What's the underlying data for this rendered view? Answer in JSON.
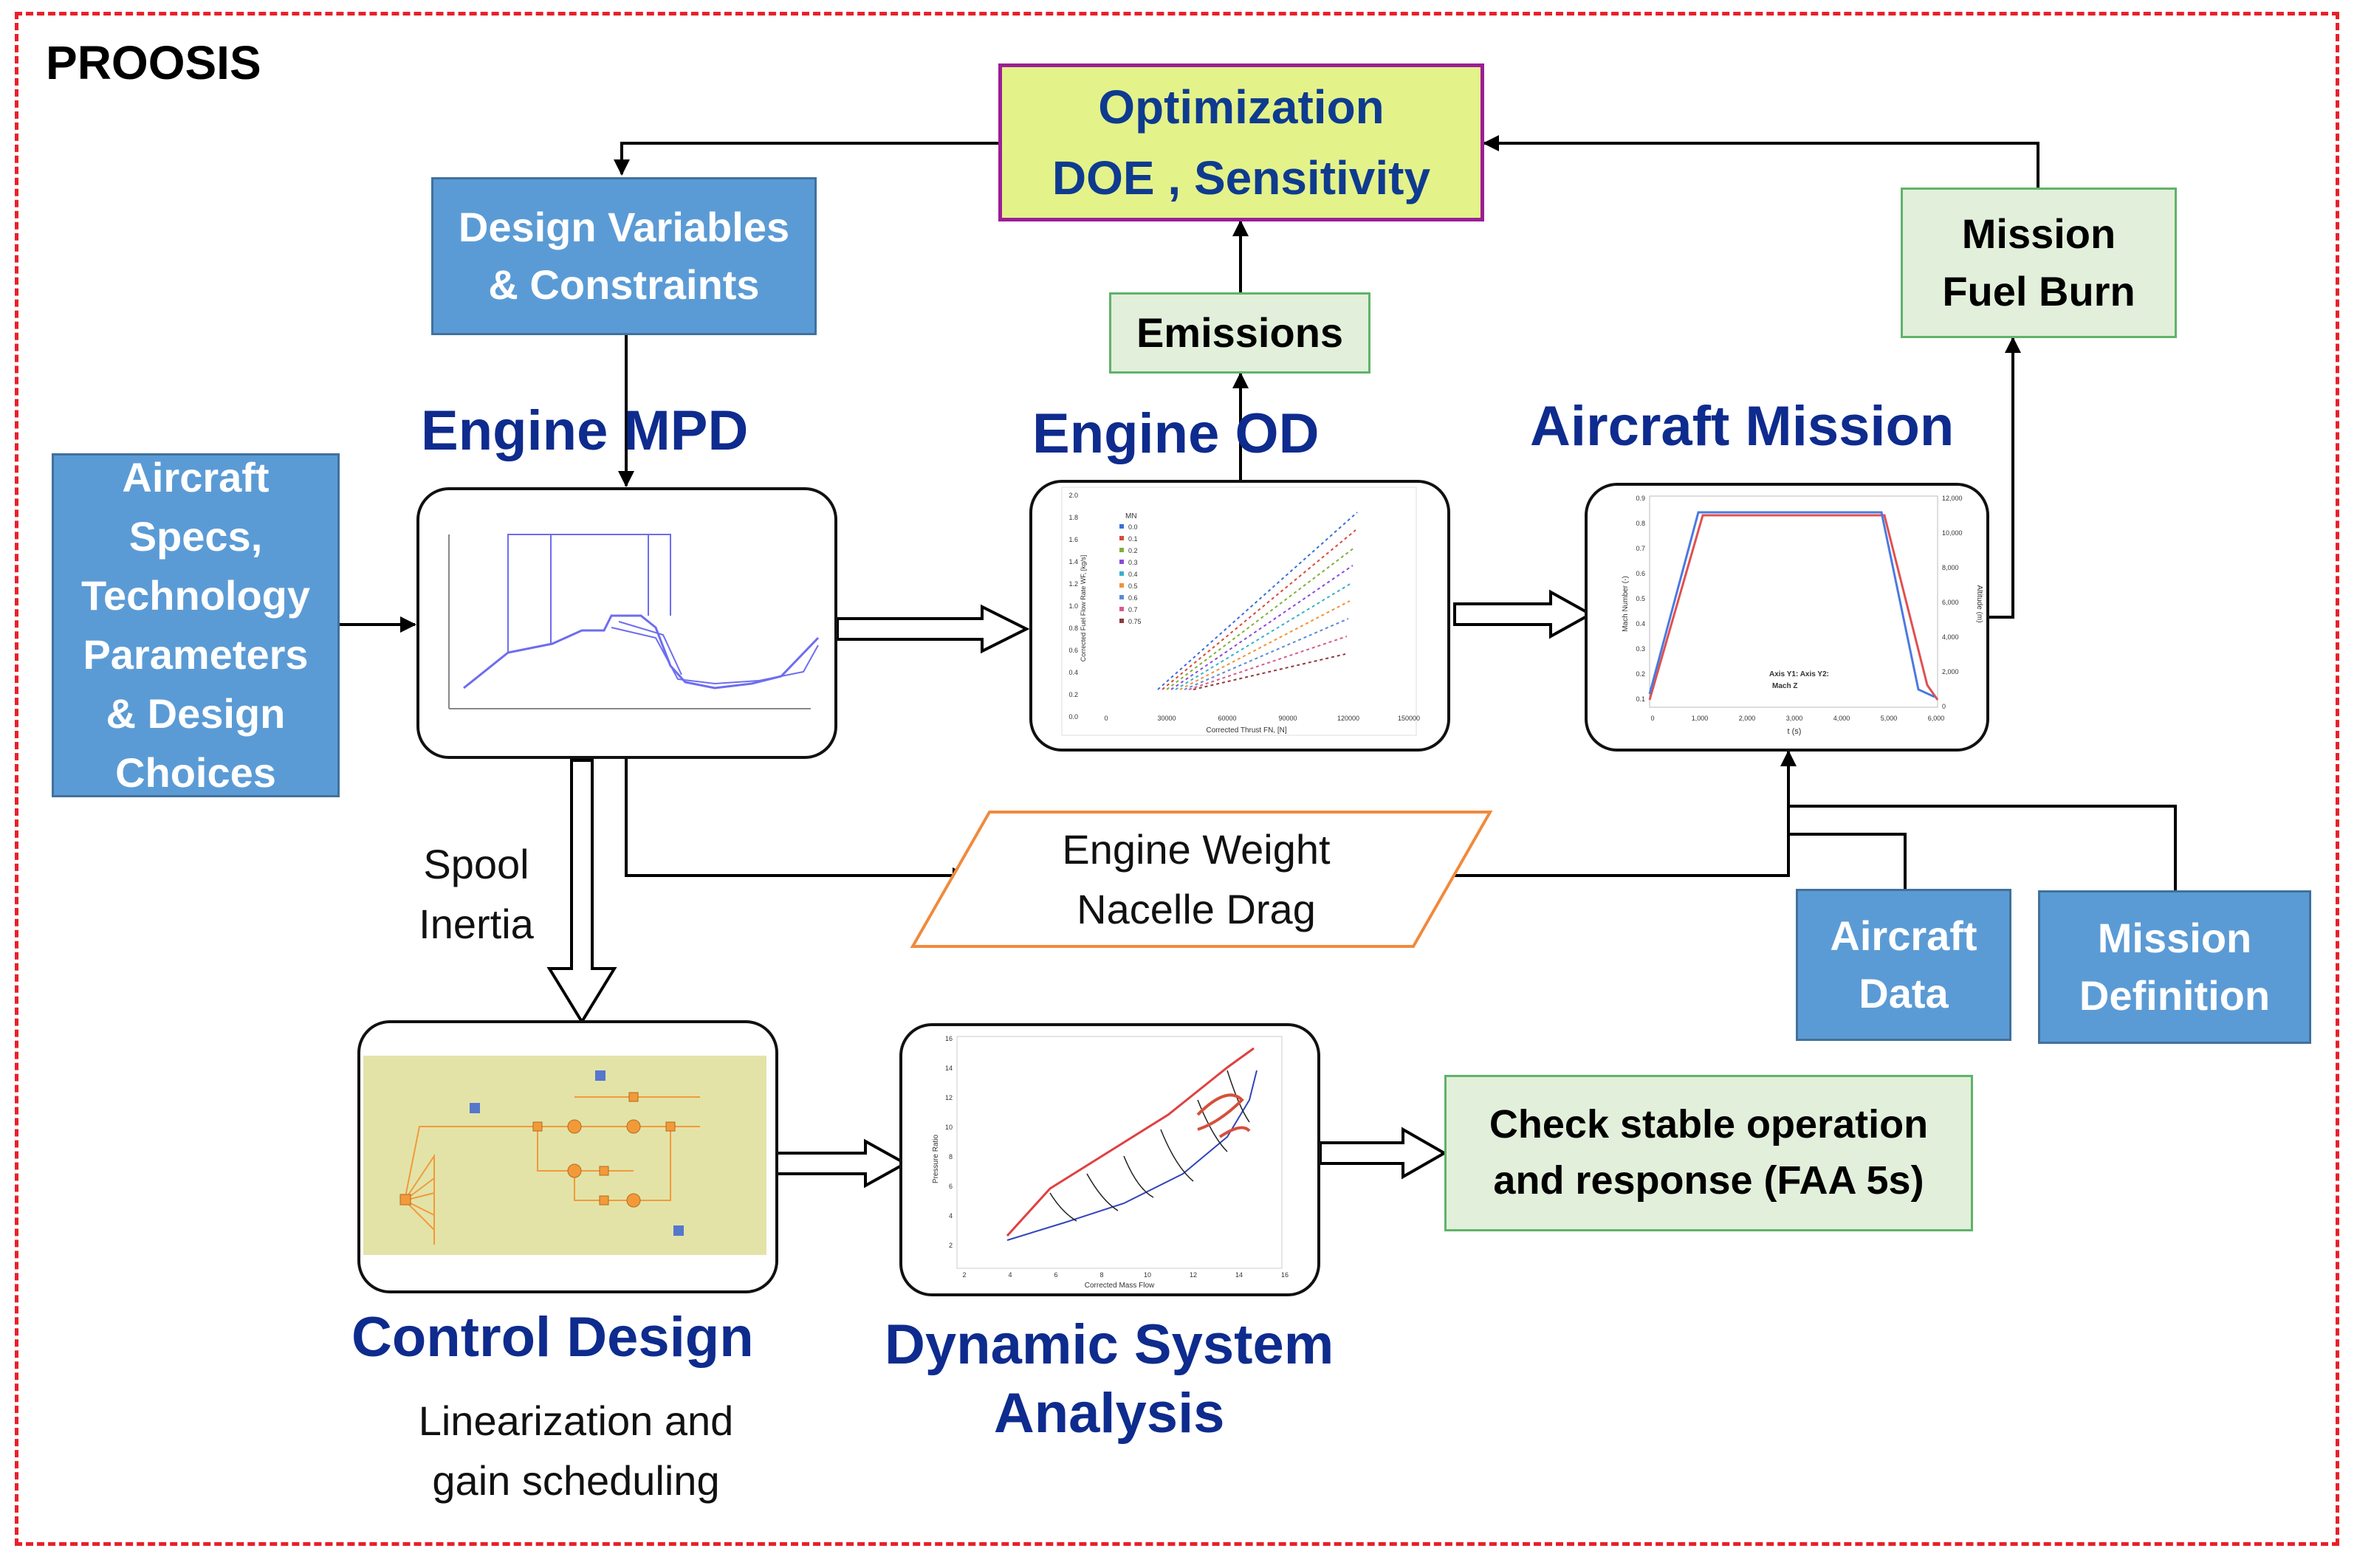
{
  "brand": "PROOSIS",
  "optimization": {
    "line1": "Optimization",
    "line2": "DOE , Sensitivity"
  },
  "design_vars": "Design Variables\n& Constraints",
  "emissions": "Emissions",
  "mission_fuel_burn": "Mission\nFuel Burn",
  "aircraft_specs": "Aircraft\nSpecs,\nTechnology\nParameters\n& Design\nChoices",
  "titles": {
    "engine_mpd": "Engine MPD",
    "engine_od": "Engine OD",
    "aircraft_mission": "Aircraft Mission",
    "control_design": "Control Design",
    "dynamic_system": "Dynamic System\nAnalysis"
  },
  "spool_inertia": "Spool\nInertia",
  "engine_weight": "Engine Weight\nNacelle Drag",
  "aircraft_data": "Aircraft\nData",
  "mission_definition": "Mission\nDefinition",
  "check_stable": "Check stable operation\nand response (FAA 5s)",
  "linearization": "Linearization and\ngain scheduling",
  "colors": {
    "frame": "#e8202a",
    "blue_box": "#5b9bd5",
    "green_box": "#e2efda",
    "opt_box": "#e4f28a",
    "opt_border": "#9b1e96",
    "title_text": "#0e2b8e",
    "parallelogram": "#f08a3c"
  },
  "thumbnails": {
    "engine_od": {
      "y_axis": "Corrected Fuel Flow Rate WF, [kg/s]",
      "x_axis": "Corrected Thrust FN, [N]",
      "legend_title": "MN",
      "legend": [
        "0.0",
        "0.1",
        "0.2",
        "0.3",
        "0.4",
        "0.5",
        "0.6",
        "0.7",
        "0.75"
      ],
      "y_ticks": [
        "2.0",
        "1.8",
        "1.6",
        "1.4",
        "1.2",
        "1.0",
        "0.8",
        "0.6",
        "0.4",
        "0.2",
        "0.0"
      ],
      "x_ticks": [
        "0",
        "30000",
        "60000",
        "90000",
        "120000",
        "150000"
      ]
    },
    "mission": {
      "y_left": "Mach Number (-)",
      "y_right": "Altitude (m)",
      "x_axis": "t (s)",
      "legend": "Axis Y1: Axis Y2:",
      "legend_items": "Mach   Z",
      "y_left_ticks": [
        "0.9",
        "0.8",
        "0.7",
        "0.6",
        "0.5",
        "0.4",
        "0.3",
        "0.2",
        "0.1"
      ],
      "y_right_ticks": [
        "12,000",
        "10,000",
        "8,000",
        "6,000",
        "4,000",
        "2,000",
        "0"
      ],
      "x_ticks": [
        "0",
        "1,000",
        "2,000",
        "3,000",
        "4,000",
        "5,000",
        "6,000"
      ]
    },
    "compressor": {
      "y_axis": "Pressure Ratio",
      "x_axis": "Corrected Mass Flow",
      "y_ticks": [
        "16",
        "14",
        "12",
        "10",
        "8",
        "6",
        "4",
        "2"
      ],
      "x_ticks": [
        "2",
        "4",
        "6",
        "8",
        "10",
        "12",
        "14",
        "16"
      ]
    }
  }
}
